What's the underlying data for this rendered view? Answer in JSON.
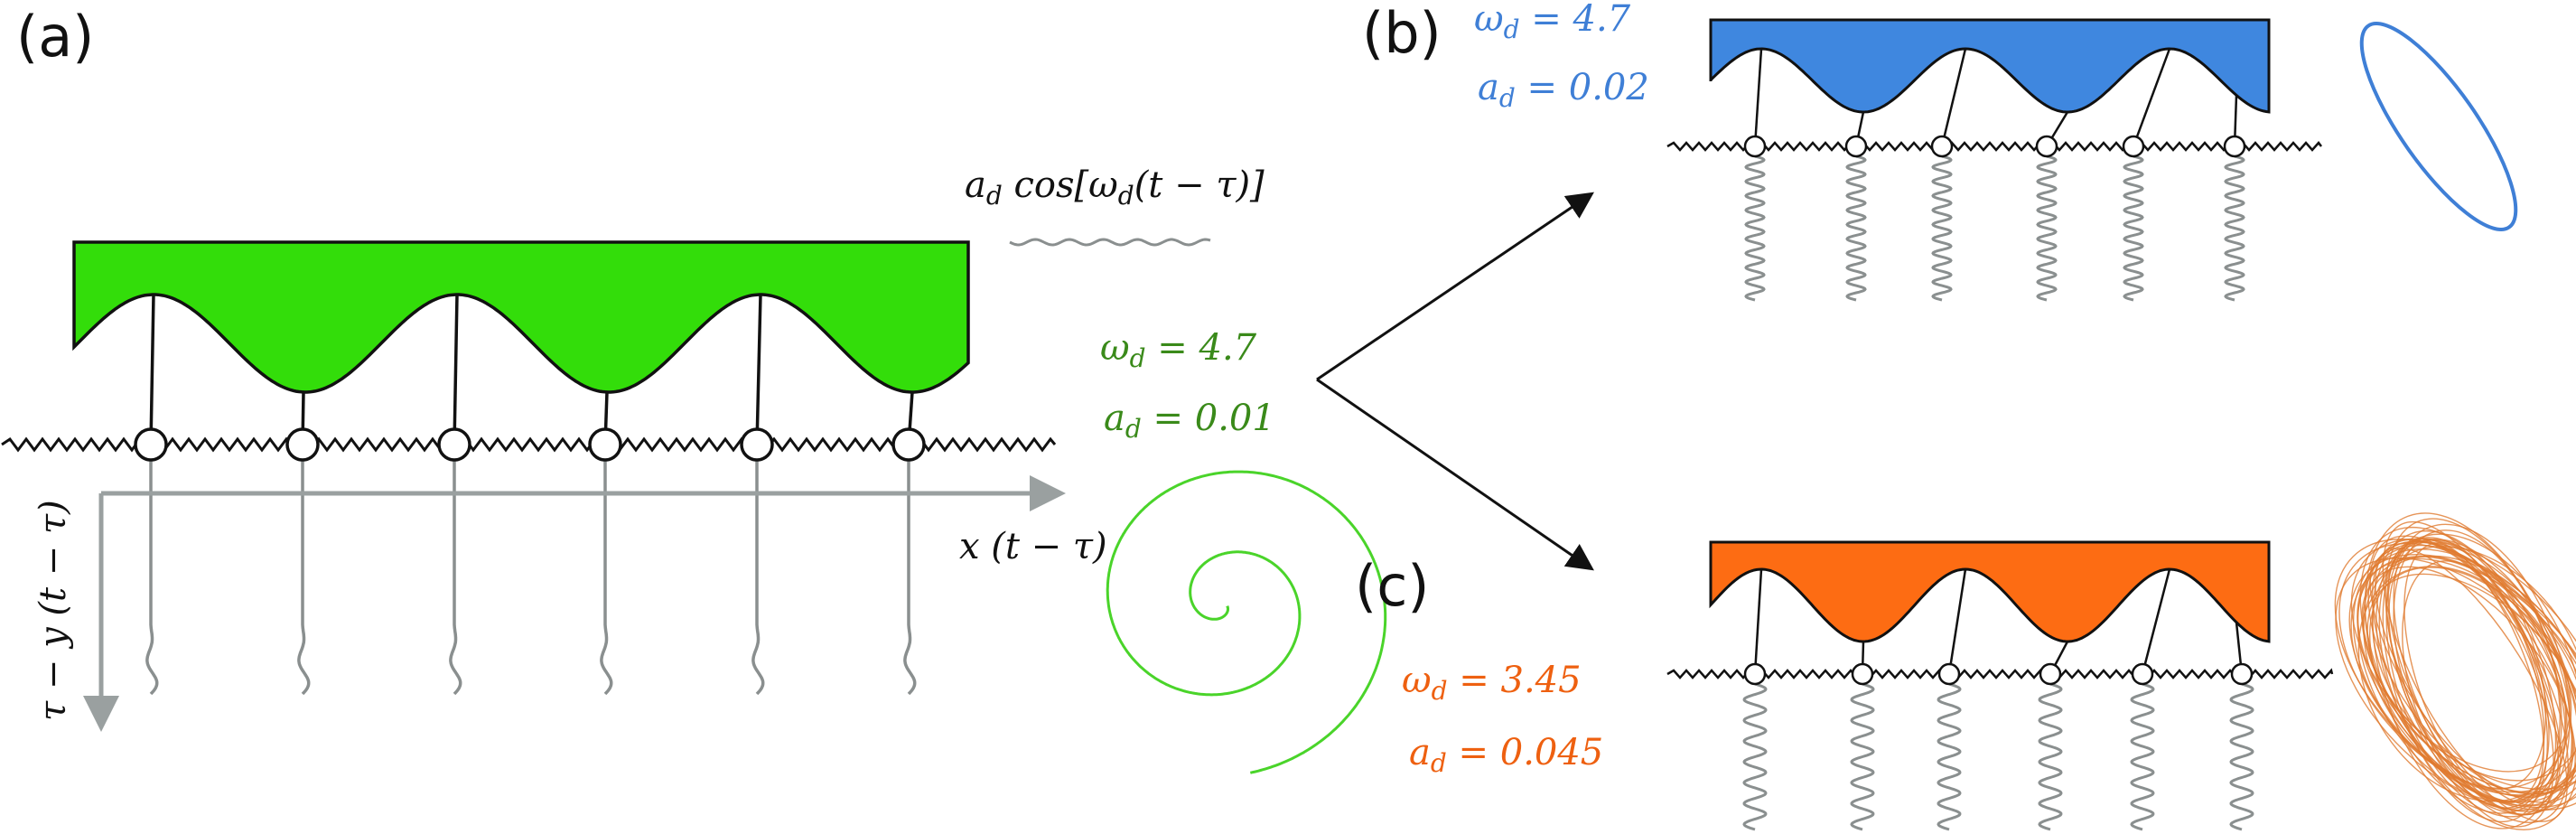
{
  "panels": {
    "a": {
      "label": "(a)",
      "drive": "a",
      "drive_sub": "d",
      "drive_rest": " cos[ω",
      "drive_sub2": "d",
      "drive_end": "(t − τ)]",
      "omega_label": "ω",
      "omega_sub": "d",
      "omega_value": " = 4.7",
      "amp_label": "a",
      "amp_sub": "d",
      "amp_value": " = 0.01",
      "x_axis": "x (t − τ)",
      "y_axis": "τ − y (t − τ)",
      "color": "#33dd0a",
      "text_color": "#3a8a1a"
    },
    "b": {
      "label": "(b)",
      "omega_label": "ω",
      "omega_sub": "d",
      "omega_value": " = 4.7",
      "amp_label": "a",
      "amp_sub": "d",
      "amp_value": " = 0.02",
      "color": "#3f87df",
      "text_color": "#3f7fd6"
    },
    "c": {
      "label": "(c)",
      "omega_label": "ω",
      "omega_sub": "d",
      "omega_value": " = 3.45",
      "amp_label": "a",
      "amp_sub": "d",
      "amp_value": " = 0.045",
      "color": "#fd6c13",
      "text_color": "#ee6010"
    }
  },
  "colors": {
    "line": "#111111",
    "spring": "#8a8f8f",
    "axis": "#9aa0a0"
  },
  "phase_portraits": {
    "a": "spiral",
    "b": "limit-cycle",
    "c": "torus"
  }
}
